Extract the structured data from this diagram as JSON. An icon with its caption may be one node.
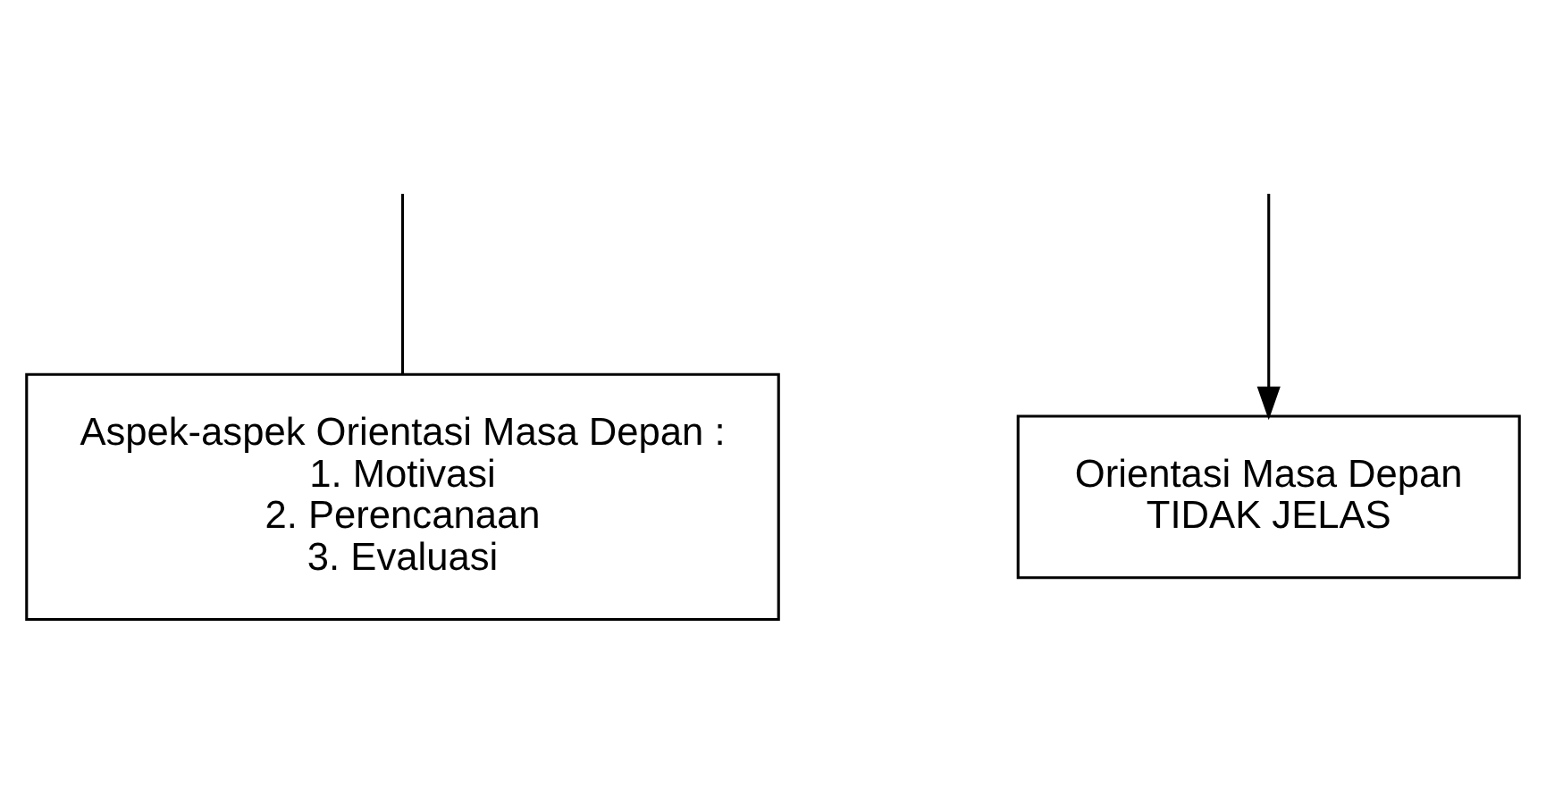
{
  "diagram": {
    "nodes": [
      {
        "text": [
          "Aspek-aspek Orientasi Masa Depan :",
          "1. Motivasi",
          "2. Perencanaan",
          "3. Evaluasi"
        ]
      },
      {
        "text": [
          "Orientasi Masa Depan",
          "TIDAK JELAS"
        ]
      }
    ],
    "edges": [
      {
        "from": null,
        "to": 0,
        "arrow": "none"
      },
      {
        "from": null,
        "to": 1,
        "arrow": "to"
      }
    ]
  }
}
